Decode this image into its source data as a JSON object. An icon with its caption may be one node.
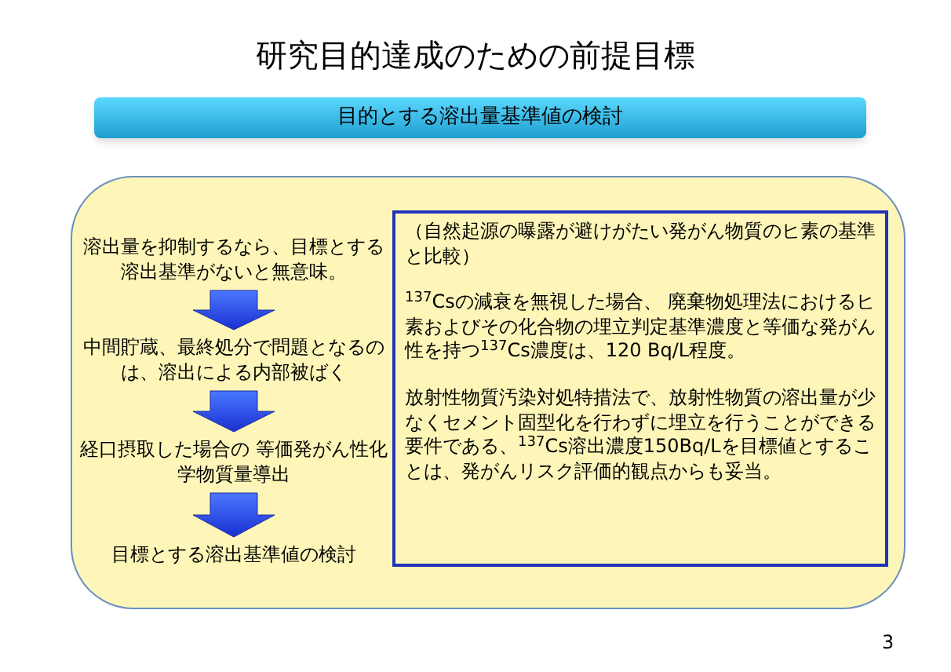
{
  "diagram": {
    "title": "研究目的達成のための前提目標",
    "nodes": [
      {
        "text": [
          "目的とする溶出量基準値の検討"
        ]
      },
      {
        "text": [],
        "shape": "box"
      },
      {
        "text": [
          "溶出量を抑制するなら、目標とする溶出基準がないと無意味。"
        ],
        "in": 1
      },
      {
        "text": [
          "中間貯蔵、最終処分で問題となるのは、溶出による内部被ばく"
        ],
        "in": 1
      },
      {
        "text": [
          "経口摂取した場合の 等価発がん性化学物質量導出"
        ],
        "in": 1
      },
      {
        "text": [
          "目標とする溶出基準値の検討"
        ],
        "in": 1
      },
      {
        "text": [
          "（自然起源の曝露が避けがたい発がん物質のヒ素の基準と比較）",
          "$^{137}$Csの減衰を無視した場合、 廃棄物処理法におけるヒ素およびその化合物の埋立判定基準濃度と等価な発がん性を持つ$^{137}$Cs濃度は、120 Bq/L程度。",
          "放射性物質汚染対処特措法で、放射性物質の溶出量が少なくセメント固型化を行わずに埋立を行うことができる要件である、$^{137}$Cs溶出濃度150Bq/Lを目標値とすることは、発がんリスク評価的観点からも妥当。"
        ],
        "in": 1
      }
    ],
    "edges": [
      {
        "from": 2,
        "to": 3,
        "arrow": "to"
      },
      {
        "from": 3,
        "to": 4,
        "arrow": "to"
      },
      {
        "from": 4,
        "to": 5,
        "arrow": "to"
      }
    ],
    "labels": [
      "3"
    ]
  }
}
